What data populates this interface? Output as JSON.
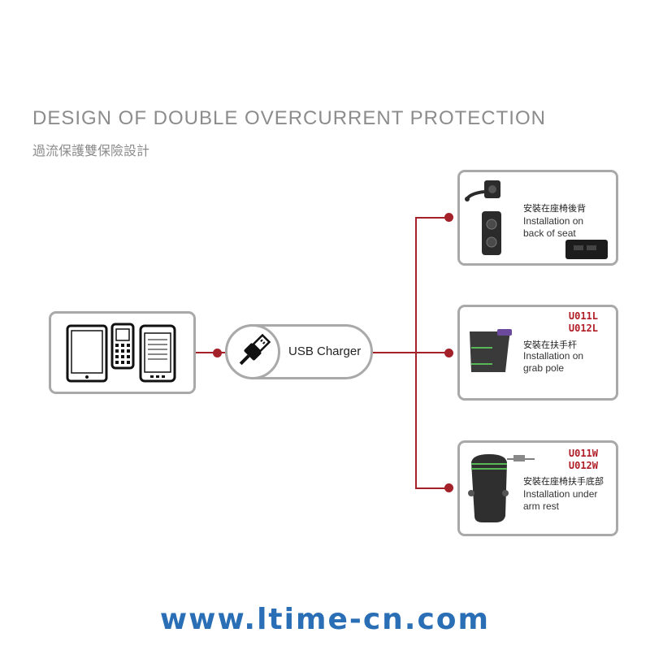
{
  "header": {
    "title": "DESIGN OF DOUBLE OVERCURRENT PROTECTION",
    "subtitle": "過流保護雙保險設計"
  },
  "usb": {
    "label": "USB Charger"
  },
  "installations": [
    {
      "cn": "安裝在座椅後背",
      "en_line1": "Installation on",
      "en_line2": "back of seat",
      "code_line1": "",
      "code_line2": ""
    },
    {
      "cn": "安裝在扶手杆",
      "en_line1": "Installation on",
      "en_line2": "grab pole",
      "code_line1": "U011L",
      "code_line2": "U012L"
    },
    {
      "cn": "安裝在座椅扶手底部",
      "en_line1": "Installation under",
      "en_line2": "arm rest",
      "code_line1": "U011W",
      "code_line2": "U012W"
    }
  ],
  "footer": {
    "url": "www.ltime-cn.com"
  },
  "colors": {
    "accent": "#a4212a",
    "border": "#a9a9a9",
    "url": "#2a6fb5",
    "title": "#8c8c8c"
  }
}
